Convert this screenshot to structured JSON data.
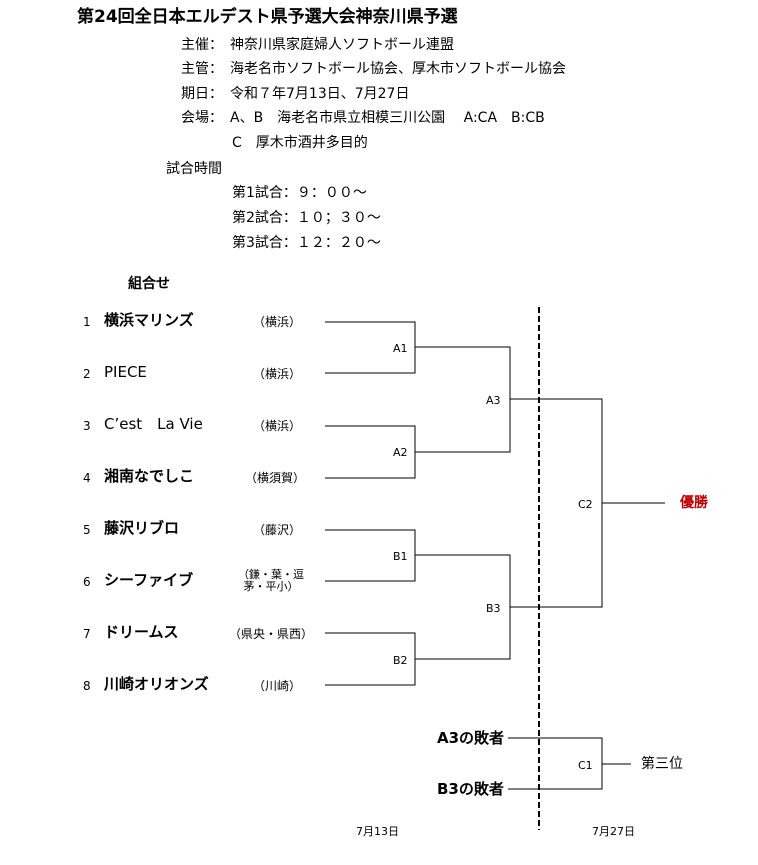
{
  "title": "第24回全日本エルデスト県予選大会神奈川県予選",
  "info": {
    "host": "主催：　神奈川県家庭婦人ソフトボール連盟",
    "manage": "主管：　海老名市ソフトボール協会、厚木市ソフトボール協会",
    "period": "期日：　令和７年7月13日、7月27日",
    "venue1": "会場：　A、B　海老名市県立相模三川公園　 A:CA　B:CB",
    "venue2": "C　厚木市酒井多目的"
  },
  "times": {
    "label": "試合時間",
    "game1": "第1試合：９：００～",
    "game2": "第2試合：１０；３０～",
    "game3": "第3試合：１２：２０～"
  },
  "bracket": {
    "heading": "組合せ",
    "teams": [
      {
        "no": "1",
        "name": "横浜マリンズ",
        "region": "（横浜）"
      },
      {
        "no": "2",
        "name": "PIECE",
        "region": "（横浜）"
      },
      {
        "no": "3",
        "name": "C’est　La Vie",
        "region": "（横浜）"
      },
      {
        "no": "4",
        "name": "湘南なでしこ",
        "region": "（横須賀）"
      },
      {
        "no": "5",
        "name": "藤沢リブロ",
        "region": "（藤沢）"
      },
      {
        "no": "6",
        "name": "シーファイブ",
        "region_line1": "（鎌・葉・逗",
        "region_line2": "茅・平小）"
      },
      {
        "no": "7",
        "name": "ドリームス",
        "region": "（県央・県西）"
      },
      {
        "no": "8",
        "name": "川崎オリオンズ",
        "region": "（川崎）"
      }
    ],
    "matches": {
      "a1": "A1",
      "a2": "A2",
      "b1": "B1",
      "b2": "B2",
      "a3": "A3",
      "b3": "B3",
      "c2": "C2",
      "c1": "C1"
    },
    "winner": "優勝",
    "winner_color": "#c00000",
    "loser_a3": "A3の敗者",
    "loser_b3": "B3の敗者",
    "third": "第三位",
    "date1": "7月13日",
    "date2": "7月27日"
  }
}
